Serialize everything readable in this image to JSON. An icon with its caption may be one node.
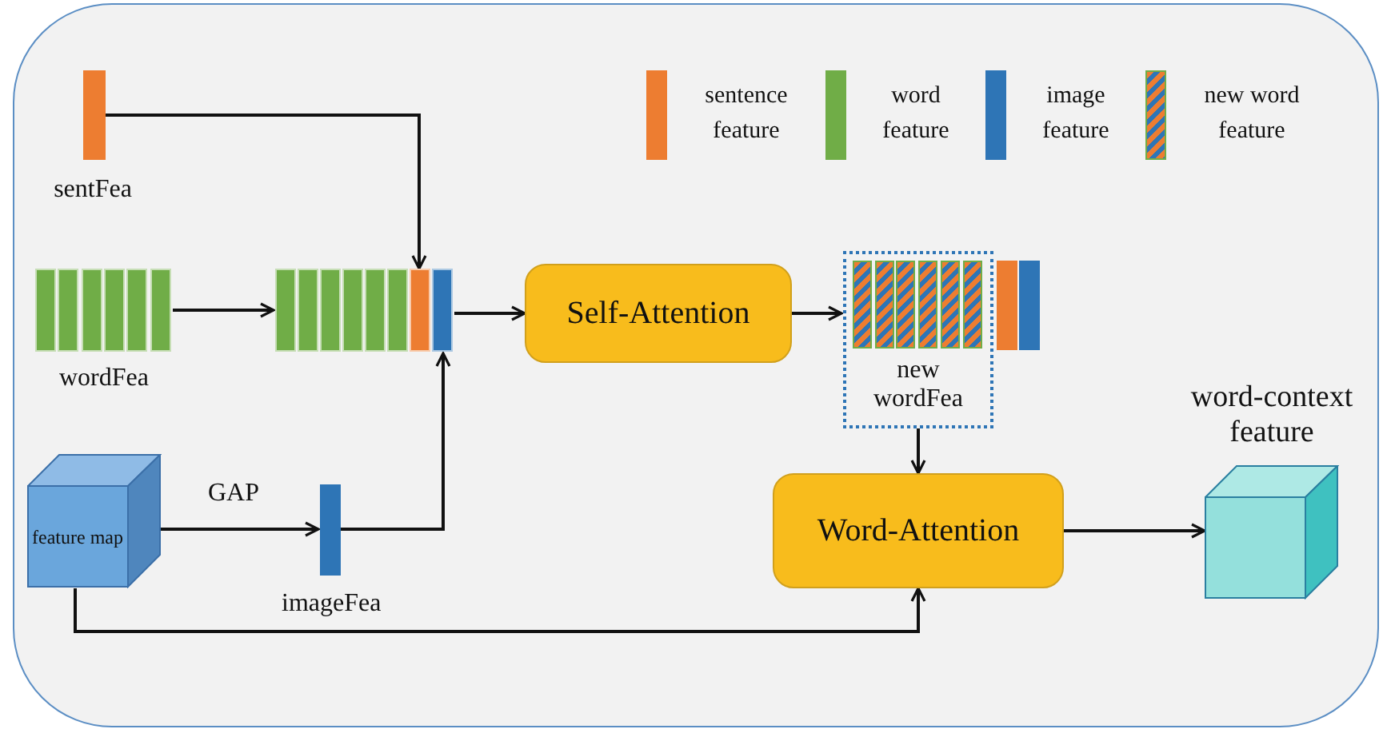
{
  "diagram": {
    "nodes": [
      {
        "text": [
          "sentFea"
        ]
      },
      {
        "text": [
          "wordFea"
        ]
      },
      {
        "text": [],
        "shape": "bar"
      },
      {
        "text": [
          "feature map"
        ]
      },
      {
        "text": [
          "imageFea"
        ]
      },
      {
        "text": [
          "Self-Attention"
        ]
      },
      {
        "text": [
          "new wordFea"
        ]
      },
      {
        "text": [
          "Word-Attention"
        ]
      },
      {
        "text": [
          "word-context feature"
        ]
      },
      {
        "text": [],
        "shape": "bar"
      },
      {
        "text": [],
        "shape": "bar"
      }
    ],
    "edges": [
      {
        "from": 0,
        "to": 2,
        "arrow": "to"
      },
      {
        "from": 1,
        "to": 2,
        "arrow": "to"
      },
      {
        "from": 3,
        "to": 4,
        "arrow": "to",
        "label": "GAP"
      },
      {
        "from": 4,
        "to": 2,
        "arrow": "to"
      },
      {
        "from": 2,
        "to": 5,
        "arrow": "to"
      },
      {
        "from": 5,
        "to": 6,
        "arrow": "to"
      },
      {
        "from": 6,
        "to": 7,
        "arrow": "to"
      },
      {
        "from": 3,
        "to": 7,
        "arrow": "to"
      },
      {
        "from": 7,
        "to": 8,
        "arrow": "to"
      }
    ],
    "legend": [
      {
        "text": "sentence feature",
        "color": "#ed7d31"
      },
      {
        "text": "word feature",
        "color": "#70ad47"
      },
      {
        "text": "image feature",
        "color": "#2e75b6"
      },
      {
        "text": "new word feature"
      }
    ]
  }
}
